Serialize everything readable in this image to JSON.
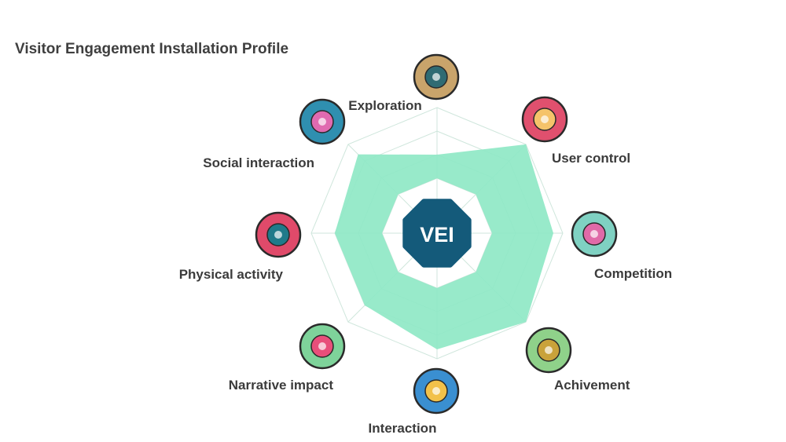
{
  "title": "Visitor Engagement Installation Profile",
  "center_label": "VEI",
  "colors": {
    "fill": "#8fe8c5",
    "grid": "#cfe6dc",
    "center": "#145a7a",
    "text": "#3b3b3b"
  },
  "chart_data": {
    "type": "radar",
    "title": "Visitor Engagement Installation Profile",
    "levels": 4,
    "range": [
      0,
      4
    ],
    "axes": [
      {
        "label": "Exploration",
        "value": 2.0,
        "icon": "map-binoculars-icon"
      },
      {
        "label": "User control",
        "value": 4.0,
        "icon": "puppet-strings-icon"
      },
      {
        "label": "Competition",
        "value": 3.6,
        "icon": "chess-rivals-icon"
      },
      {
        "label": "Achivement",
        "value": 4.0,
        "icon": "trophy-icon"
      },
      {
        "label": "Interaction",
        "value": 3.6,
        "icon": "crowd-interaction-icon"
      },
      {
        "label": "Narrative impact",
        "value": 3.0,
        "icon": "open-book-icon"
      },
      {
        "label": "Physical activity",
        "value": 3.0,
        "icon": "running-figure-icon"
      },
      {
        "label": "Social interaction",
        "value": 3.4,
        "icon": "conversation-icon"
      }
    ]
  }
}
